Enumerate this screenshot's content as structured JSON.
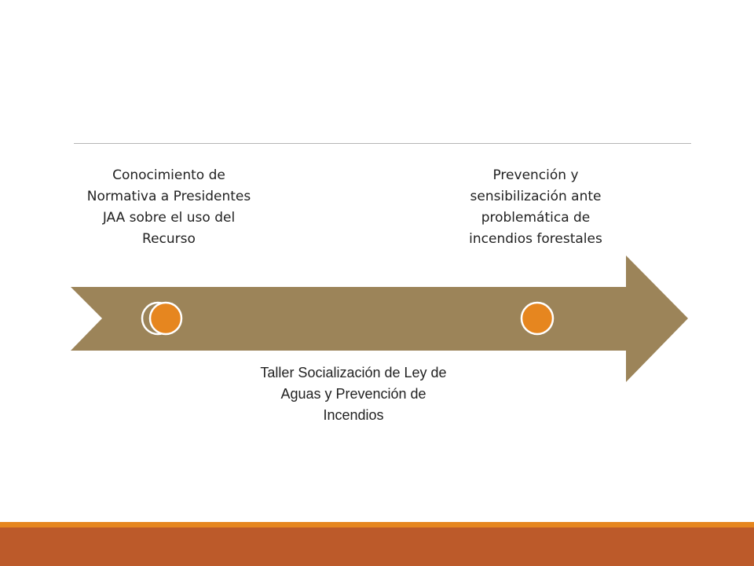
{
  "timeline": {
    "items": [
      {
        "label": "Conocimiento de Normativa a Presidentes JAA sobre el uso del Recurso"
      },
      {
        "label": "Taller Socialización de Ley de Aguas y Prevención de Incendios"
      },
      {
        "label": "Prevención y sensibilización ante problemática de incendios forestales"
      }
    ]
  },
  "colors": {
    "arrow": "#9c8459",
    "marker": "#e6861f",
    "marker_stroke": "#ffffff",
    "rule": "#b5b5b5",
    "footer_line": "#e6861f",
    "footer_bar": "#bc5a2a"
  }
}
